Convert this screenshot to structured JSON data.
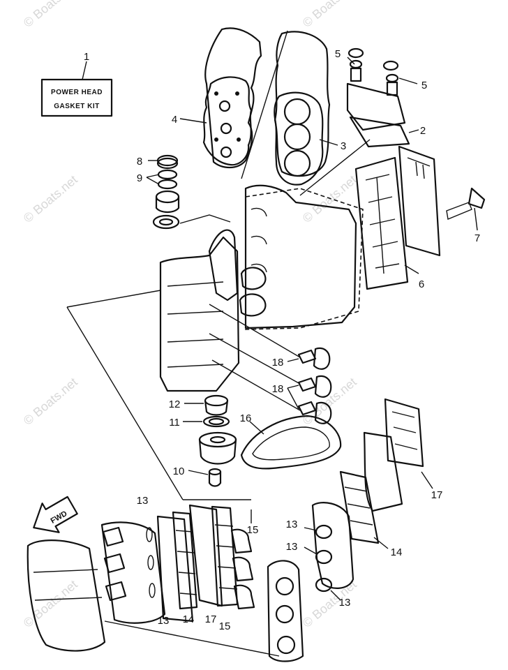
{
  "kit_label": {
    "line1": "POWER HEAD",
    "line2": "GASKET KIT"
  },
  "fwd_label": "FWD",
  "watermark": "© Boats.net",
  "callouts": {
    "c1": "1",
    "c2": "2",
    "c3": "3",
    "c4": "4",
    "c5a": "5",
    "c5b": "5",
    "c6": "6",
    "c7": "7",
    "c8": "8",
    "c9": "9",
    "c10": "10",
    "c11": "11",
    "c12": "12",
    "c13a": "13",
    "c13b": "13",
    "c13c": "13",
    "c13d": "13",
    "c13e": "13",
    "c14a": "14",
    "c14b": "14",
    "c15a": "15",
    "c15b": "15",
    "c16": "16",
    "c17a": "17",
    "c17b": "17",
    "c18a": "18",
    "c18b": "18"
  },
  "colors": {
    "ink": "#111111",
    "paper": "#ffffff",
    "watermark": "#c8c8c8"
  }
}
